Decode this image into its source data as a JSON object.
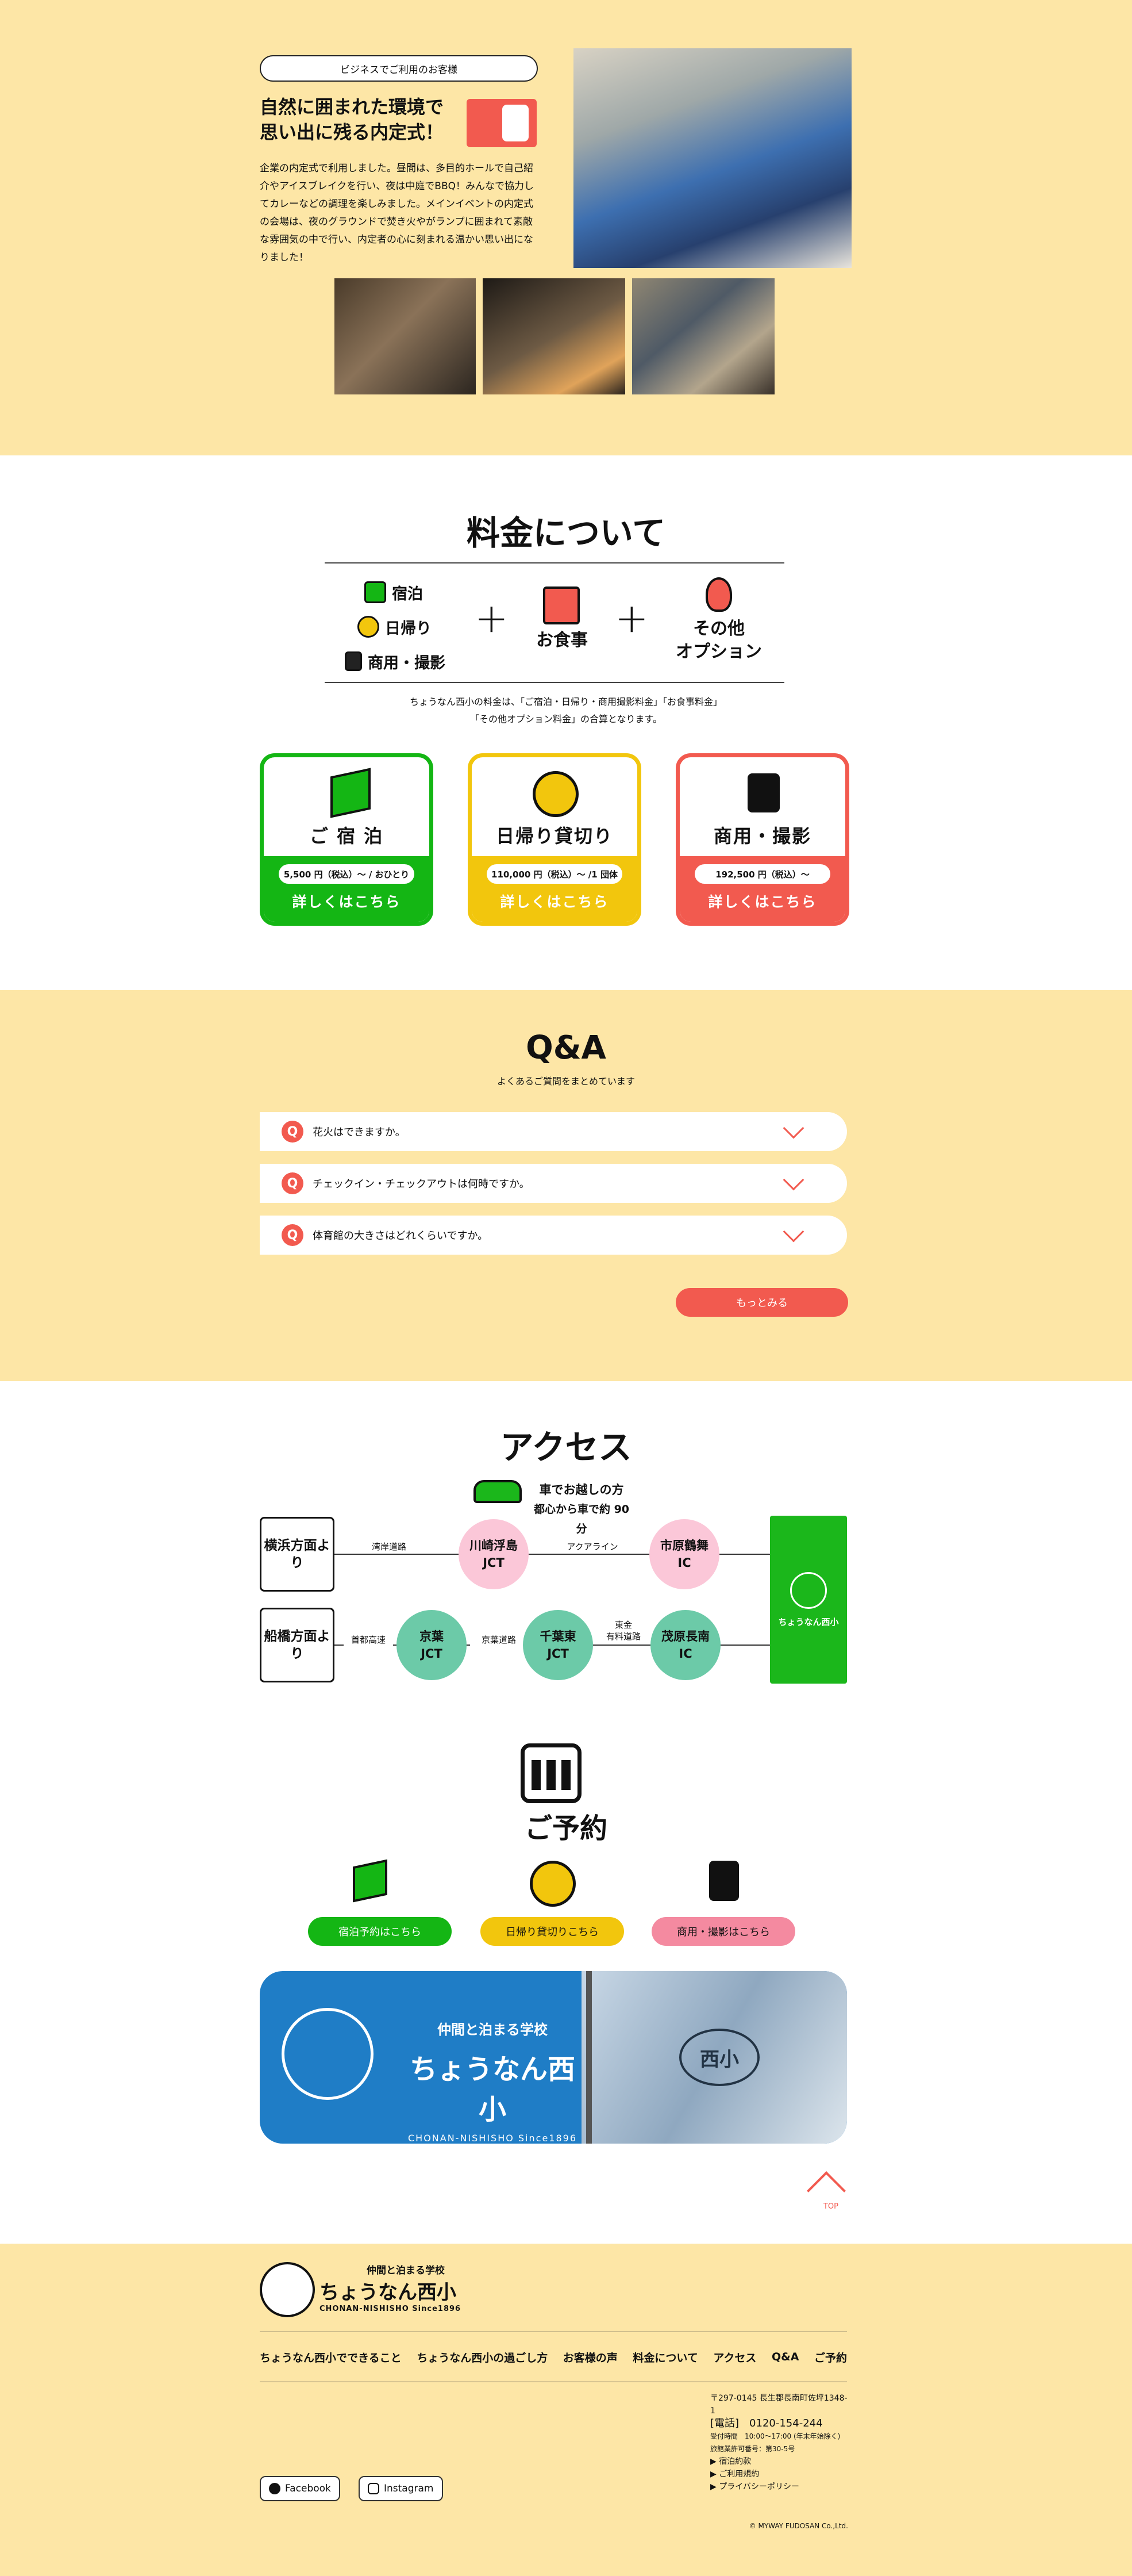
{
  "business": {
    "badge": "ビジネスでご利用のお客様",
    "title_line1": "自然に囲まれた環境で",
    "title_line2": "思い出に残る内定式！",
    "body": "企業の内定式で利用しました。昼間は、多目的ホールで自己紹介やアイスブレイクを行い、夜は中庭でBBQ！みんなで協力してカレーなどの調理を楽しみました。メインイベントの内定式の会場は、夜のグラウンドで焚き火やがランプに囲まれて素敵な雰囲気の中で行い、内定者の心に刻まれる温かい思い出になりました！"
  },
  "pricing": {
    "title": "料金について",
    "categories": [
      "宿泊",
      "日帰り",
      "商用・撮影"
    ],
    "meal": "お食事",
    "option_line1": "その他",
    "option_line2": "オプション",
    "note_line1": "ちょうなん西小の料金は、「ご宿泊・日帰り・商用撮影料金」「お食事料金」",
    "note_line2": "「その他オプション料金」の合算となります。",
    "cards": [
      {
        "title": "ご 宿 泊",
        "price": "5,500 円（税込）～ / おひとり",
        "link": "詳しくはこちら",
        "color": "#14b614"
      },
      {
        "title": "日帰り貸切り",
        "price": "110,000 円（税込）～ /1 団体",
        "link": "詳しくはこちら",
        "color": "#f2c60d"
      },
      {
        "title": "商用・撮影",
        "price": "192,500 円（税込）～",
        "link": "詳しくはこちら",
        "color": "#f25a4f"
      }
    ]
  },
  "qa": {
    "title": "Q&A",
    "subtitle": "よくあるご質問をまとめています",
    "badge": "Q",
    "items": [
      "花火はできますか。",
      "チェックイン・チェックアウトは何時ですか。",
      "体育館の大きさはどれくらいですか。"
    ],
    "more": "もっとみる"
  },
  "access": {
    "title": "アクセス",
    "car_line1": "車でお越しの方",
    "car_line2": "都心から車で約 90 分",
    "route1": {
      "from": "横浜方面より",
      "road1": "湾岸道路",
      "jct1": [
        "川崎浮島",
        "JCT"
      ],
      "road2": "アクアライン",
      "ic": [
        "市原鶴舞",
        "IC"
      ]
    },
    "route2": {
      "from": "船橋方面より",
      "road1": "首都高速",
      "jct1": [
        "京葉",
        "JCT"
      ],
      "road2": "京葉道路",
      "jct2": [
        "千葉東",
        "JCT"
      ],
      "road3a": "東金",
      "road3b": "有料道路",
      "ic": [
        "茂原長南",
        "IC"
      ]
    },
    "school": "ちょうなん西小"
  },
  "reserve": {
    "title": "ご予約",
    "buttons": [
      {
        "label": "宿泊予約はこちら",
        "color": "#14b614",
        "text": "#fff"
      },
      {
        "label": "日帰り貸切りこちら",
        "color": "#f2c60d",
        "text": "#111"
      },
      {
        "label": "商用・撮影はこちら",
        "color": "#f48aa0",
        "text": "#111"
      }
    ],
    "banner_tag": "仲間と泊まる学校",
    "banner_name": "ちょうなん西小",
    "banner_en": "CHONAN-NISHISHO Since1896",
    "flag_text": "西小"
  },
  "top": "TOP",
  "footer": {
    "logo_tag": "仲間と泊まる学校",
    "logo_name": "ちょうなん西小",
    "logo_en": "CHONAN-NISHISHO Since1896",
    "nav": [
      "ちょうなん西小でできること",
      "ちょうなん西小の過ごし方",
      "お客様の声",
      "料金について",
      "アクセス",
      "Q&A",
      "ご予約"
    ],
    "address": "〒297-0145 長生郡長南町佐坪1348-1",
    "tel": "[電話]　0120-154-244",
    "hours": "受付時間　10:00～17:00 (年末年始除く)",
    "license": "旅館業許可番号：第30-5号",
    "links": [
      "▶ 宿泊約款",
      "▶ ご利用規約",
      "▶ プライバシーポリシー"
    ],
    "facebook": "Facebook",
    "instagram": "Instagram",
    "copyright": "© MYWAY FUDOSAN Co.,Ltd."
  }
}
